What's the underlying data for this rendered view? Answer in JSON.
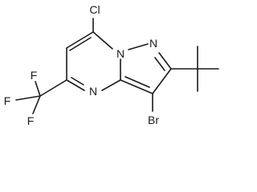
{
  "molecule": {
    "labels": {
      "cl": "Cl",
      "br": "Br",
      "n_top": "N",
      "n_bridge": "N",
      "n_bottom": "N",
      "f_top": "F",
      "f_left": "F",
      "f_bottom": "F"
    }
  }
}
